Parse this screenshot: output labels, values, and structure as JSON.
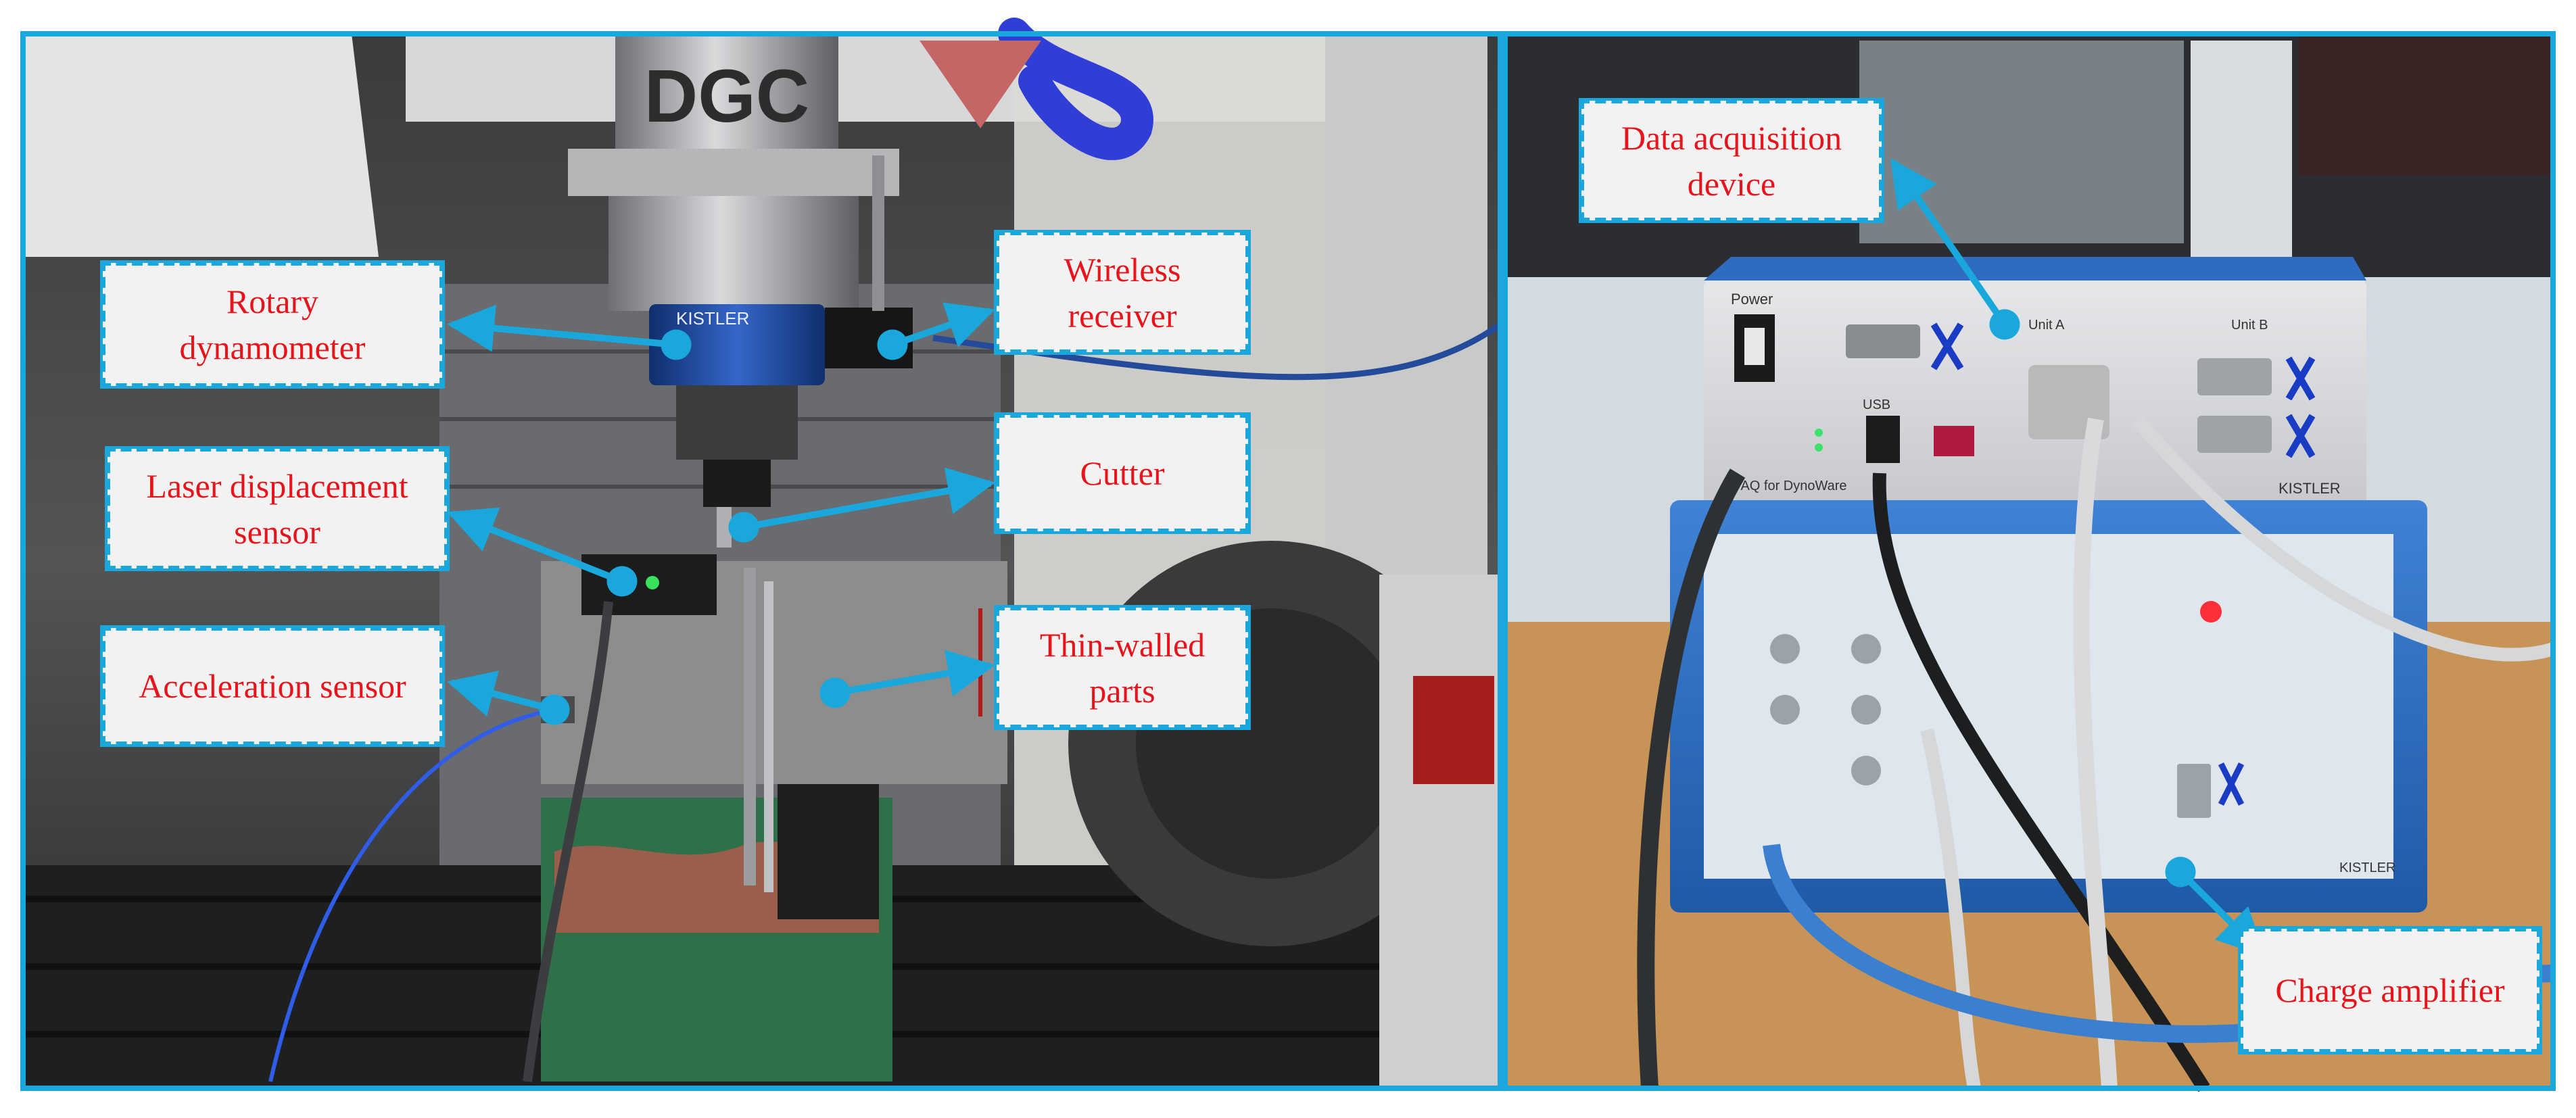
{
  "labels": {
    "rotary_dynamometer": "Rotary\ndynamometer",
    "wireless_receiver": "Wireless\nreceiver",
    "cutter": "Cutter",
    "laser_displacement_sensor": "Laser displacement\nsensor",
    "acceleration_sensor": "Acceleration sensor",
    "thin_walled_parts": "Thin-walled\nparts",
    "data_acquisition_device": "Data acquisition\ndevice",
    "charge_amplifier": "Charge amplifier"
  },
  "photo_text": {
    "spindle_brand": "DGC",
    "brand": "KISTLER",
    "power": "Power",
    "usb": "USB",
    "unit_a": "Unit A",
    "unit_b": "Unit B",
    "daq_caption": "DAQ for DynoWare"
  },
  "colors": {
    "frame": "#1aa8dc",
    "label_text": "#e8141b",
    "label_bg": "#f2f2f2",
    "arrow": "#1aa8dc",
    "device_blue": "#2a6fc0"
  }
}
